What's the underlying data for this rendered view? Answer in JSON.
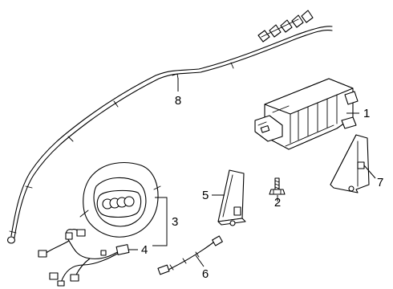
{
  "diagram": {
    "callouts": [
      {
        "id": "1",
        "label": "1"
      },
      {
        "id": "2",
        "label": "2"
      },
      {
        "id": "3",
        "label": "3"
      },
      {
        "id": "4",
        "label": "4"
      },
      {
        "id": "5",
        "label": "5"
      },
      {
        "id": "6",
        "label": "6"
      },
      {
        "id": "7",
        "label": "7"
      },
      {
        "id": "8",
        "label": "8"
      }
    ],
    "parts": [
      {
        "callout": "1",
        "name": "passenger-airbag-module"
      },
      {
        "callout": "2",
        "name": "mounting-bolt"
      },
      {
        "callout": "3",
        "name": "driver-airbag-module"
      },
      {
        "callout": "4",
        "name": "wiring-harness"
      },
      {
        "callout": "5",
        "name": "side-impact-sensor"
      },
      {
        "callout": "6",
        "name": "clockspring-cable"
      },
      {
        "callout": "7",
        "name": "side-airbag-module"
      },
      {
        "callout": "8",
        "name": "curtain-airbag"
      }
    ]
  }
}
